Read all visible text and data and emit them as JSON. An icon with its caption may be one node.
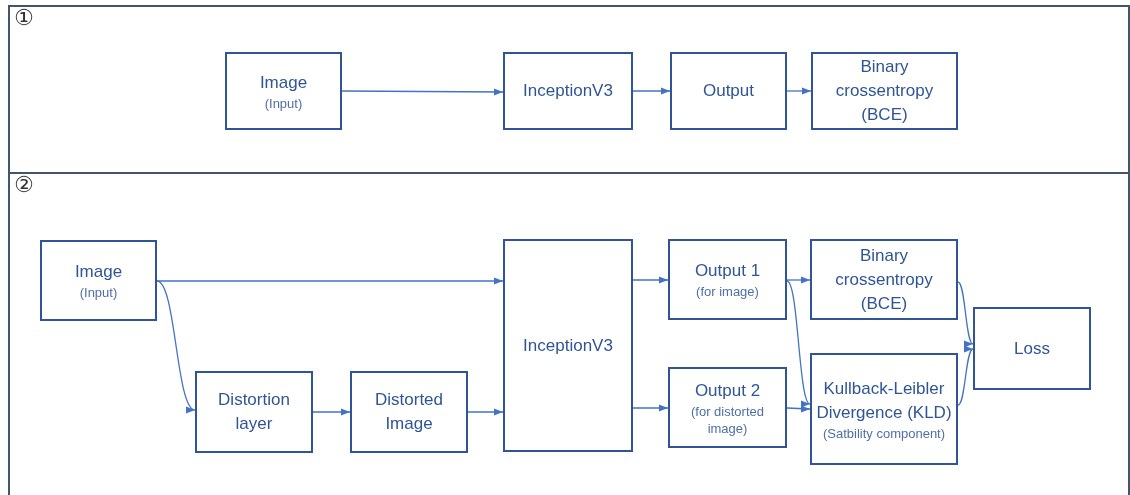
{
  "diagram": {
    "nodes": [
      {
        "text": [
          "①"
        ]
      },
      {
        "text": [
          "Image",
          "(Input)"
        ],
        "in": 0
      },
      {
        "text": [
          "InceptionV3"
        ],
        "in": 0
      },
      {
        "text": [
          "Output"
        ],
        "in": 0
      },
      {
        "text": [
          "Binary crossentropy (BCE)"
        ],
        "in": 0
      },
      {
        "text": [
          "②"
        ]
      },
      {
        "text": [
          "Image",
          "(Input)"
        ],
        "in": 5
      },
      {
        "text": [
          "Distortion layer"
        ],
        "in": 5
      },
      {
        "text": [
          "Distorted Image"
        ],
        "in": 5
      },
      {
        "text": [
          "InceptionV3"
        ],
        "in": 5
      },
      {
        "text": [
          "Output 1",
          "(for image)"
        ],
        "in": 5
      },
      {
        "text": [
          "Output 2",
          "(for distorted image)"
        ],
        "in": 5
      },
      {
        "text": [
          "Binary crossentropy (BCE)"
        ],
        "in": 5
      },
      {
        "text": [
          "Kullback-Leibler Divergence (KLD)",
          "(Satbility component)"
        ],
        "in": 5
      },
      {
        "text": [
          "Loss"
        ],
        "in": 5
      }
    ],
    "edges": [
      {
        "from": 1,
        "to": 2,
        "arrow": "to"
      },
      {
        "from": 2,
        "to": 3,
        "arrow": "to"
      },
      {
        "from": 3,
        "to": 4,
        "arrow": "to"
      },
      {
        "from": 6,
        "to": 9,
        "arrow": "to"
      },
      {
        "from": 6,
        "to": 7,
        "arrow": "to"
      },
      {
        "from": 7,
        "to": 8,
        "arrow": "to"
      },
      {
        "from": 8,
        "to": 9,
        "arrow": "to"
      },
      {
        "from": 9,
        "to": 10,
        "arrow": "to"
      },
      {
        "from": 9,
        "to": 11,
        "arrow": "to"
      },
      {
        "from": 10,
        "to": 12,
        "arrow": "to"
      },
      {
        "from": 10,
        "to": 13,
        "arrow": "to"
      },
      {
        "from": 11,
        "to": 13,
        "arrow": "to"
      },
      {
        "from": 12,
        "to": 14,
        "arrow": "to"
      },
      {
        "from": 13,
        "to": 14,
        "arrow": "to"
      }
    ]
  }
}
